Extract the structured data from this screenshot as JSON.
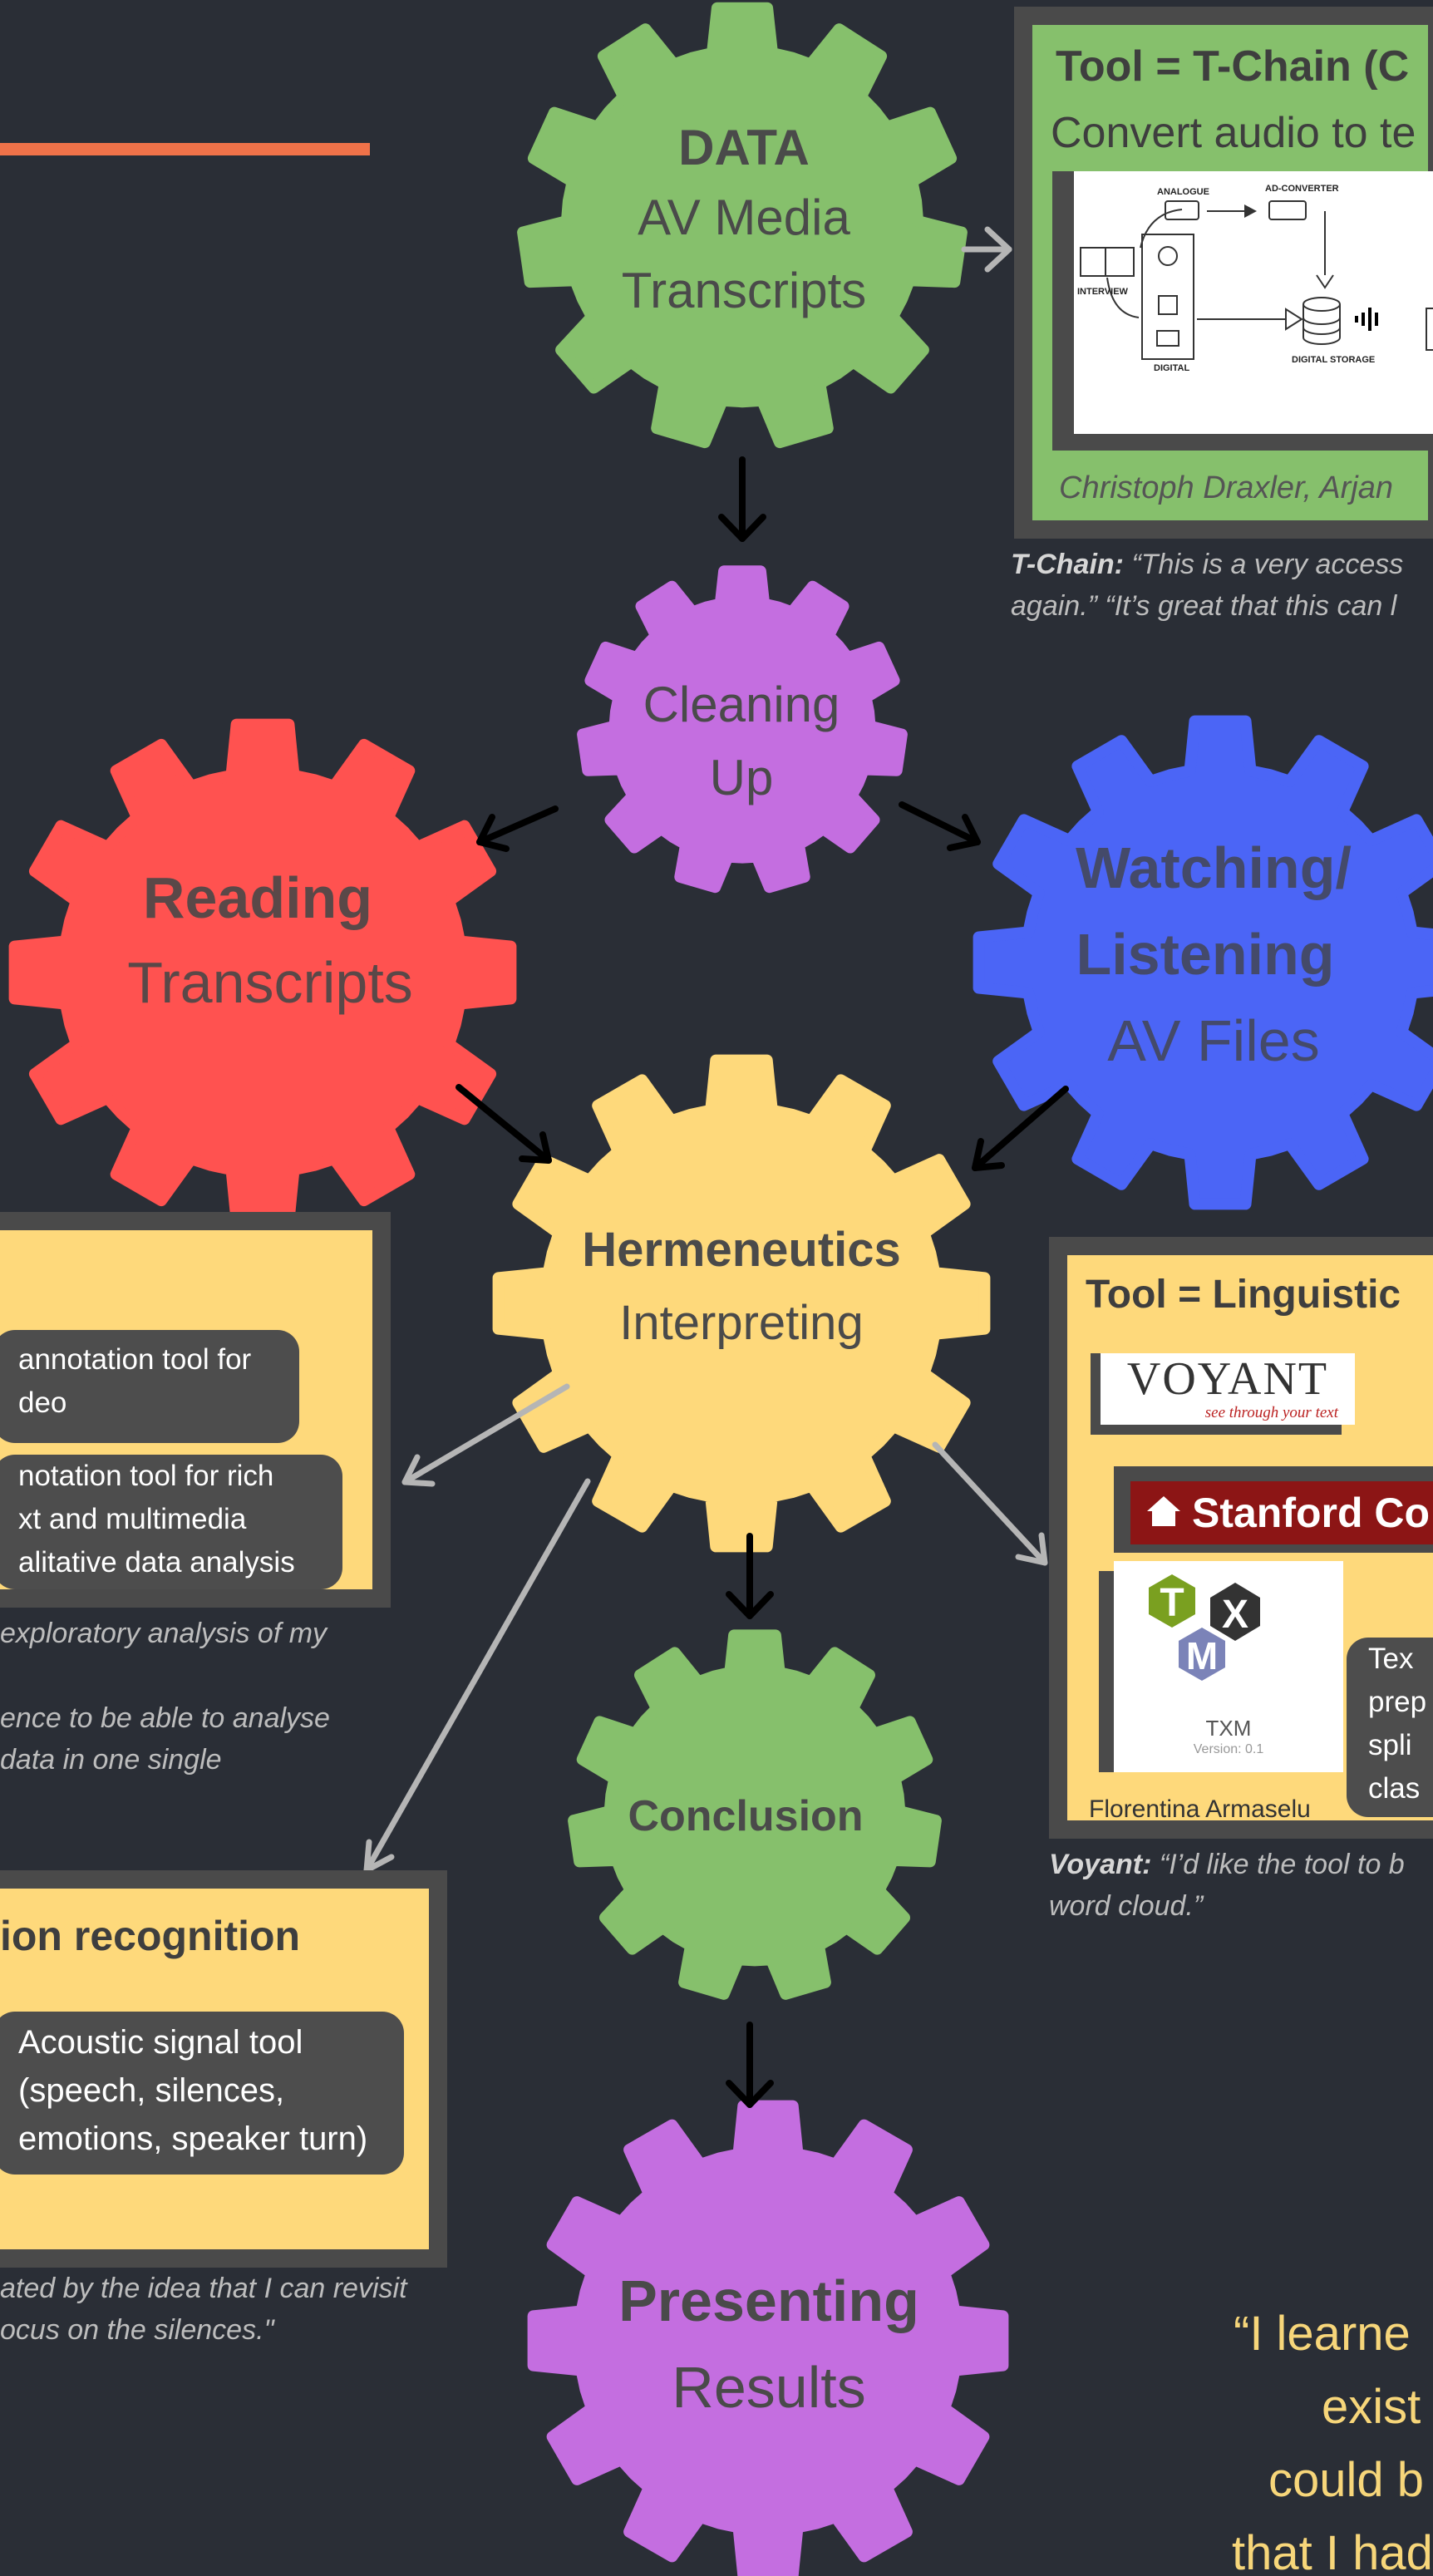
{
  "colors": {
    "background": "#2a2e36",
    "green": "#86c06c",
    "purple": "#c46ee0",
    "red": "#ff5250",
    "blue": "#4b65f6",
    "yellow": "#fed97b",
    "orange_line": "#ef7249",
    "panel_border": "#4a4a4a",
    "arrow_dark": "#000000",
    "arrow_light": "#b5b5b5",
    "quote_yellow": "#f7d67a"
  },
  "gears": {
    "data": {
      "title": "DATA",
      "line1": "AV Media",
      "line2": "Transcripts"
    },
    "cleaning": {
      "line1": "Cleaning",
      "line2": "Up"
    },
    "reading": {
      "title": "Reading",
      "line1": "Transcripts"
    },
    "watching": {
      "title1": "Watching/",
      "title2": "Listening",
      "line1": "AV Files"
    },
    "hermeneutics": {
      "title": "Hermeneutics",
      "line1": "Interpreting"
    },
    "conclusion": {
      "title": "Conclusion"
    },
    "presenting": {
      "title": "Presenting",
      "line1": "Results"
    }
  },
  "tchain": {
    "title": "Tool = T-Chain (C",
    "subtitle": "Convert audio to te",
    "credit": "Christoph Draxler, Arjan",
    "figure_labels": {
      "analogue": "ANALOGUE",
      "converter": "AD-CONVERTER",
      "interview": "INTERVIEW",
      "digital": "DIGITAL",
      "storage": "DIGITAL STORAGE"
    },
    "quote_label": "T-Chain:",
    "quote_line1": "“This is a very access",
    "quote_line2": "again.” “It’s great that this can l"
  },
  "left_panel": {
    "pill1_line1": "annotation tool for",
    "pill1_line2": "deo",
    "pill2_line1": "notation tool for rich",
    "pill2_line2": "xt and multimedia",
    "pill2_line3": "alitative data analysis",
    "quote_line1": "exploratory analysis of my",
    "quote_line2": "ence to be able to analyse",
    "quote_line3": "data in one single"
  },
  "linguistic": {
    "title": "Tool = Linguistic",
    "voyant_logo": "VOYANT",
    "voyant_tagline": "see through your text",
    "stanford": "Stanford Co",
    "txm_caption": "TXM",
    "txm_version": "Version: 0.1",
    "credit": "Florentina Armaselu",
    "pill_line1": "Tex",
    "pill_line2": "prep",
    "pill_line3": "spli",
    "pill_line4": "clas",
    "quote_label": "Voyant:",
    "quote_line1": "“I’d like the tool to b",
    "quote_line2": "word cloud.”"
  },
  "emotion": {
    "title": "ion recognition",
    "pill_line1": "Acoustic signal tool",
    "pill_line2": "(speech, silences,",
    "pill_line3": "emotions, speaker turn)",
    "quote_line1": "ated by the idea that I can revisit",
    "quote_line2": "ocus on the silences.\""
  },
  "big_quote": {
    "line1": "“I learne",
    "line2": "exist",
    "line3": "could b",
    "line4": "that I had"
  }
}
